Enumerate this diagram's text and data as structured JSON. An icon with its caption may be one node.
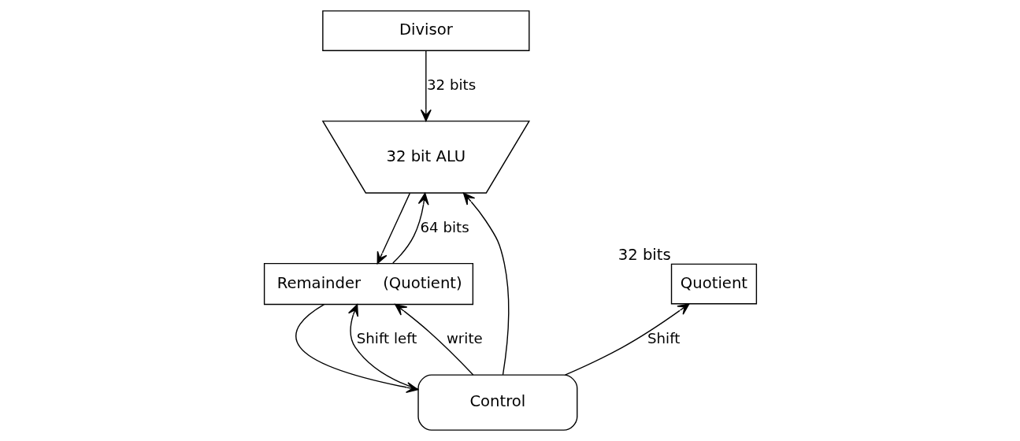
{
  "diagram": {
    "nodes": [
      {
        "text": [
          "Divisor"
        ]
      },
      {
        "text": [
          "32 bit ALU"
        ]
      },
      {
        "text": [
          "Remainder",
          "(Quotient)"
        ]
      },
      {
        "text": [
          "Control"
        ]
      },
      {
        "text": [
          "Quotient"
        ],
        "beside": [
          "32 bits"
        ]
      }
    ],
    "edges": [
      {
        "from": 0,
        "to": 1,
        "label": "32 bits",
        "arrow": "to"
      },
      {
        "from": 1,
        "to": 2,
        "arrow": "to"
      },
      {
        "from": 2,
        "to": 1,
        "label": "64 bits",
        "arrow": "to"
      },
      {
        "from": 2,
        "to": 3,
        "arrow": "to"
      },
      {
        "from": 3,
        "to": 1,
        "arrow": "to"
      },
      {
        "from": 3,
        "to": 2,
        "label": "Shift left",
        "arrow": "to"
      },
      {
        "from": 3,
        "to": 2,
        "label": "write",
        "arrow": "to"
      },
      {
        "from": 3,
        "to": 4,
        "label": "Shift",
        "arrow": "to"
      }
    ]
  }
}
